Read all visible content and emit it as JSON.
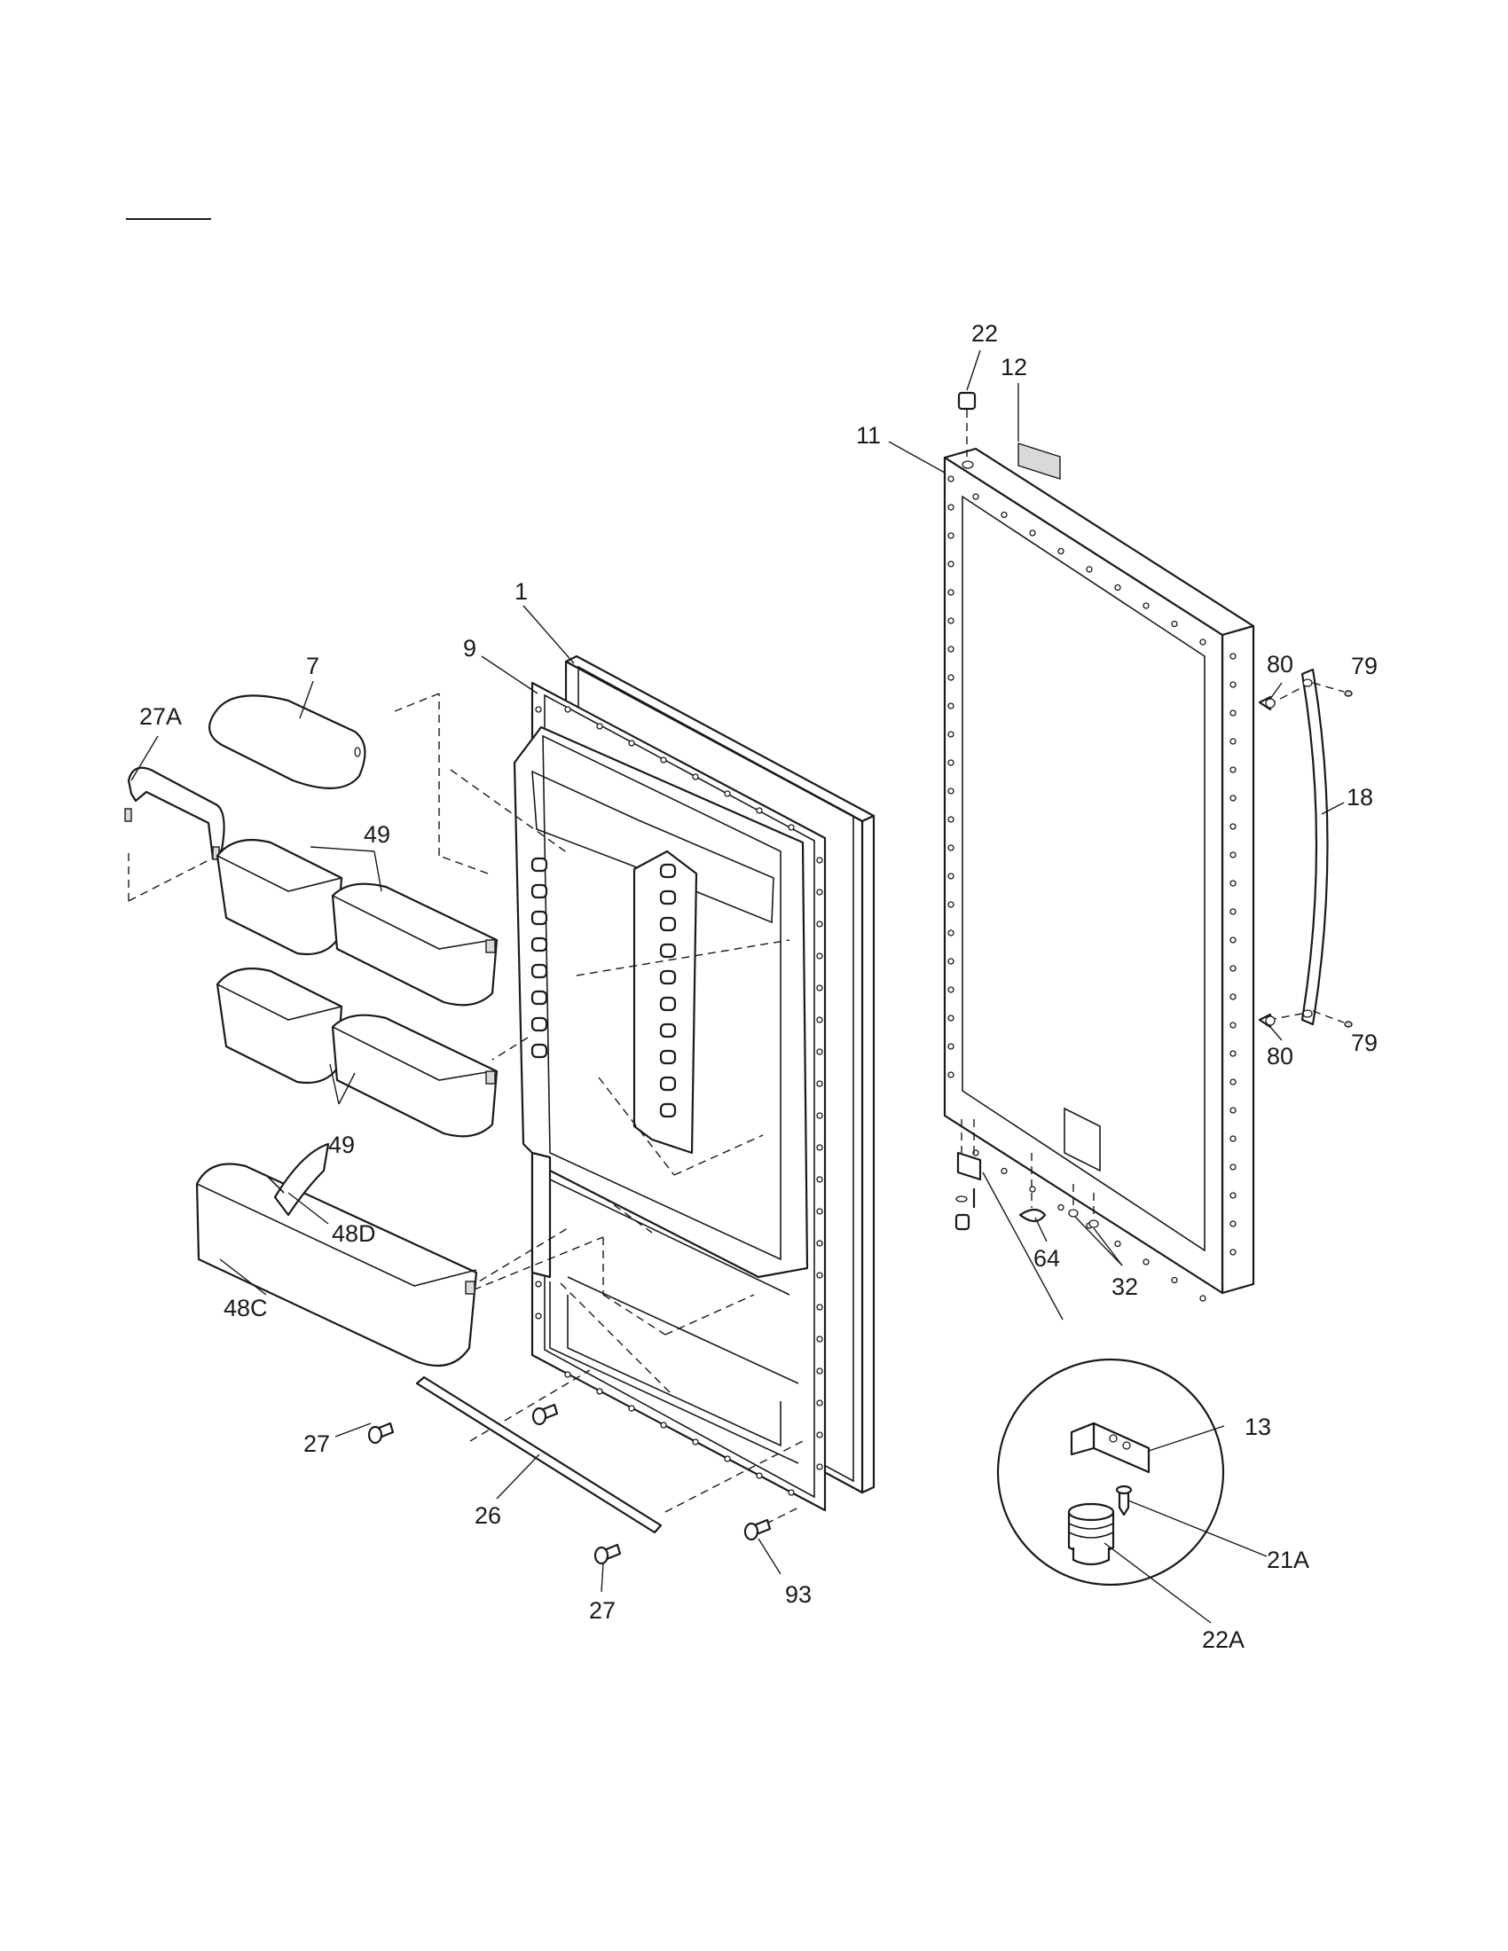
{
  "callouts": {
    "c22": "22",
    "c12": "12",
    "c11": "11",
    "c1": "1",
    "c9": "9",
    "c7": "7",
    "c27a": "27A",
    "c49_top": "49",
    "c49_bot": "49",
    "c80_top": "80",
    "c79_top": "79",
    "c18": "18",
    "c80_bot": "80",
    "c79_bot": "79",
    "c48d": "48D",
    "c48c": "48C",
    "c64": "64",
    "c32": "32",
    "c27_left": "27",
    "c26": "26",
    "c27_bot": "27",
    "c93": "93",
    "c13": "13",
    "c21a": "21A",
    "c22a": "22A"
  }
}
